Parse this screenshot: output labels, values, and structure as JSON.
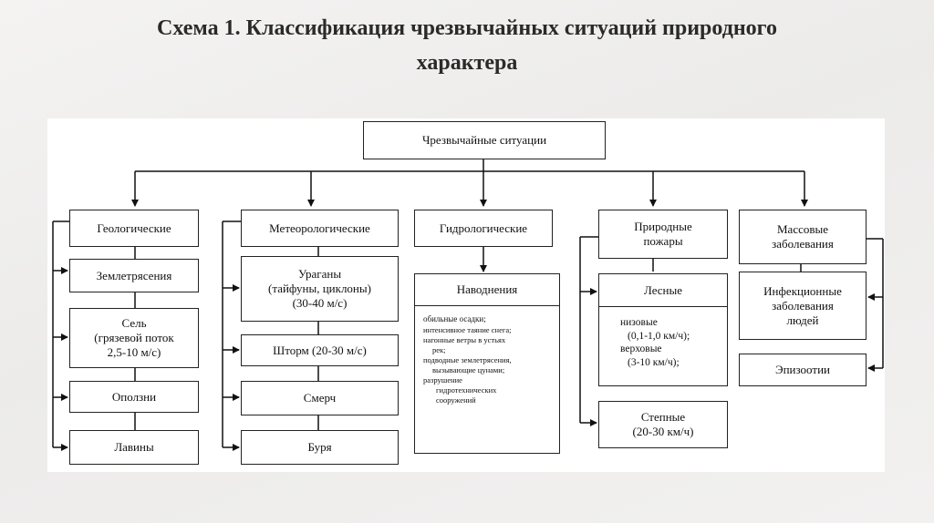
{
  "title": {
    "line1": "Схема 1. Классификация чрезвычайных ситуаций природного",
    "line2": "характера"
  },
  "root": "Чрезвычайные ситуации",
  "categories": {
    "geological": {
      "label": "Геологические",
      "items": {
        "earthquakes": "Землетрясения",
        "mudflow": [
          "Сель",
          "(грязевой поток",
          "2,5-10 м/с)"
        ],
        "landslides": "Оползни",
        "avalanches": "Лавины"
      }
    },
    "meteorological": {
      "label": "Метеорологические",
      "items": {
        "hurricanes": [
          "Ураганы",
          "(тайфуны, циклоны)",
          "(30-40 м/с)"
        ],
        "storm": "Шторм (20-30 м/с)",
        "tornado": "Смерч",
        "tempest": "Буря"
      }
    },
    "hydrological": {
      "label": "Гидрологические",
      "floods": {
        "label": "Наводнения",
        "causes": [
          "обильные осадки;",
          "интенсивное таяние снега;",
          "нагонные ветры в устьях",
          "рек;",
          "подводные землетрясения,",
          "вызывающие цунами;",
          "разрушение",
          "гидротехнических",
          "сооружений"
        ]
      }
    },
    "fires": {
      "label": [
        "Природные",
        "пожары"
      ],
      "forest": {
        "label": "Лесные",
        "types": [
          "низовые",
          "(0,1-1,0 км/ч);",
          "верховые",
          "(3-10 км/ч);"
        ]
      },
      "steppe": [
        "Степные",
        "(20-30 км/ч)"
      ]
    },
    "mass_diseases": {
      "label": [
        "Массовые",
        "заболевания"
      ],
      "infectious": [
        "Инфекционные",
        "заболевания",
        "людей"
      ],
      "epizootics": "Эпизоотии"
    }
  }
}
